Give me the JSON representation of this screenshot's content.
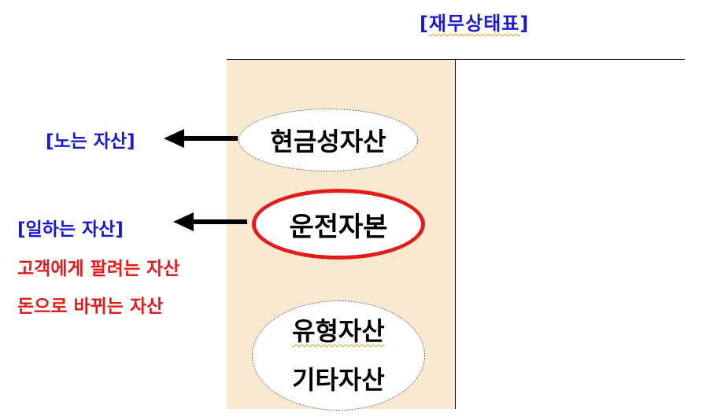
{
  "title": "[재무상태표]",
  "title_parts": {
    "open": "[",
    "word": "재무상태표",
    "close": "]"
  },
  "ellipses": {
    "cash": "현금성자산",
    "working_capital": "운전자본",
    "tangible_line1": "유형자산",
    "tangible_line2": "기타자산"
  },
  "labels": {
    "idle_assets": "[노는 자산]",
    "working_assets": "[일하는 자산]",
    "sold_to_customers": "고객에게 팔려는 자산",
    "turned_into_money": "돈으로 바뀌는 자산"
  },
  "colors": {
    "blue_text": "#1a1acc",
    "red_text": "#e21b1b",
    "asset_column_fill": "#fbe9cf",
    "highlight_ring": "#e21b1b",
    "spellcheck_underline": "#d4a020"
  },
  "icons": {
    "arrow_1": "left-arrow",
    "arrow_2": "left-arrow"
  }
}
